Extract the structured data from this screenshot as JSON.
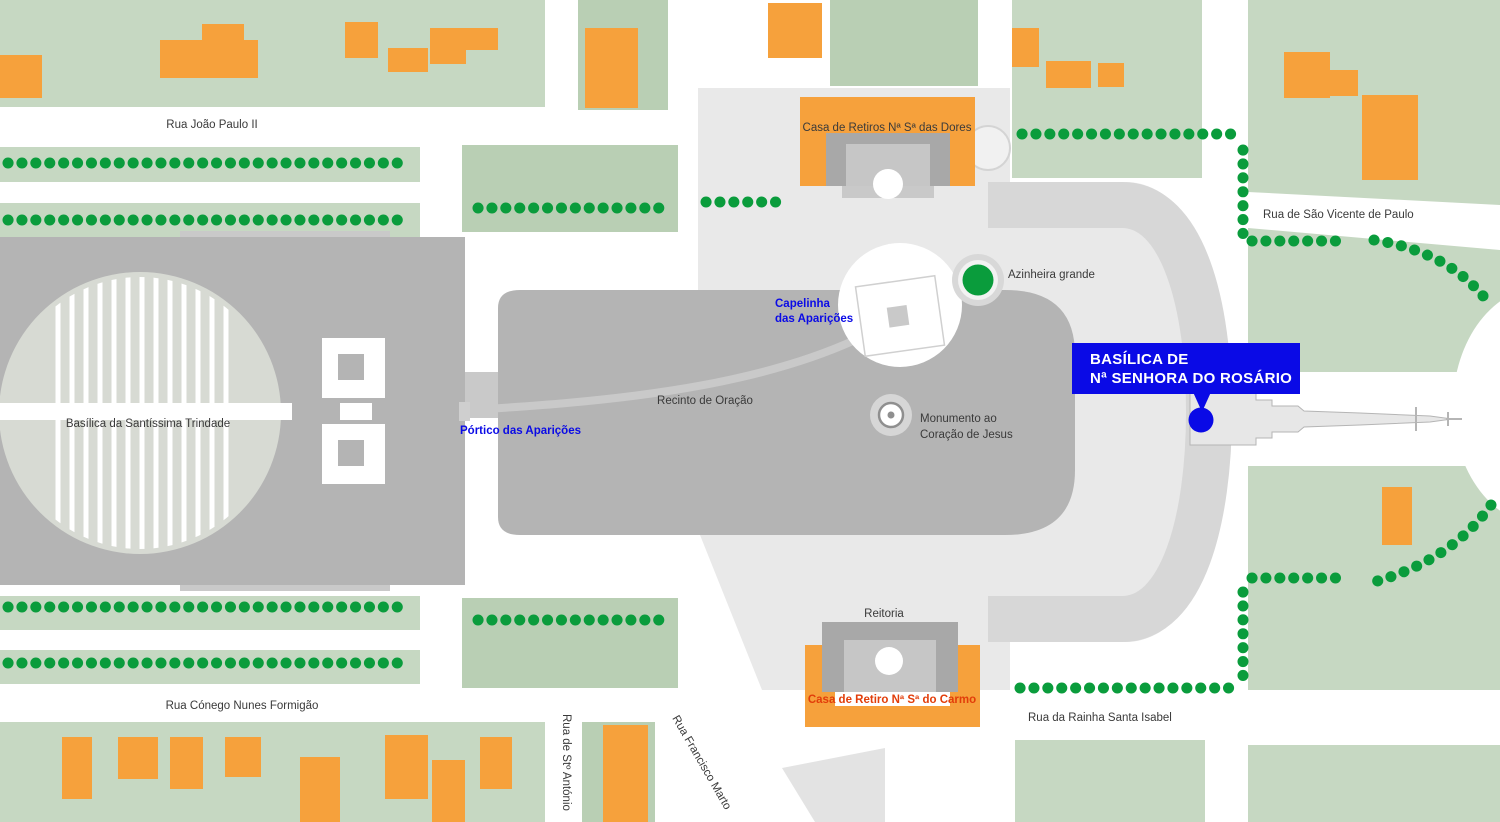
{
  "streets": {
    "rua_joao_paulo_ii": "Rua João Paulo II",
    "rua_sao_vicente": "Rua de São Vicente de Paulo",
    "rua_conego_nunes_formigao": "Rua Cónego Nunes Formigão",
    "rua_rainha_santa_isabel": "Rua da Rainha Santa Isabel",
    "rua_sto_antonio": "Rua de Stº António",
    "rua_francisco_marto": "Rua Francisco Marto"
  },
  "places": {
    "basilica_trindade": "Basílica da Santíssima Trindade",
    "recinto_oracao": "Recinto de Oração",
    "capelinha": [
      "Capelinha",
      "das Aparições"
    ],
    "azinheira": "Azinheira grande",
    "monumento": [
      "Monumento ao",
      "Coração de Jesus"
    ],
    "portico": "Pórtico das Aparições",
    "casa_retiros_dores": "Casa de Retiros Nª Sª das Dores",
    "reitoria": "Reitoria",
    "casa_retiro_carmo": "Casa de Retiro Nª Sª do Carmo"
  },
  "highlight": {
    "basilica_rosario": [
      "BASÍLICA DE",
      "Nª SENHORA DO ROSÁRIO"
    ]
  },
  "colors": {
    "highlight_blue": "#0a0ae6",
    "building_orange": "#f6a13c",
    "sanctuary_gray": "#b4b4b4",
    "green_area": "#c6d8c2",
    "tree_green": "#0a9c3c",
    "carmo_label_red": "#e23d0a"
  }
}
